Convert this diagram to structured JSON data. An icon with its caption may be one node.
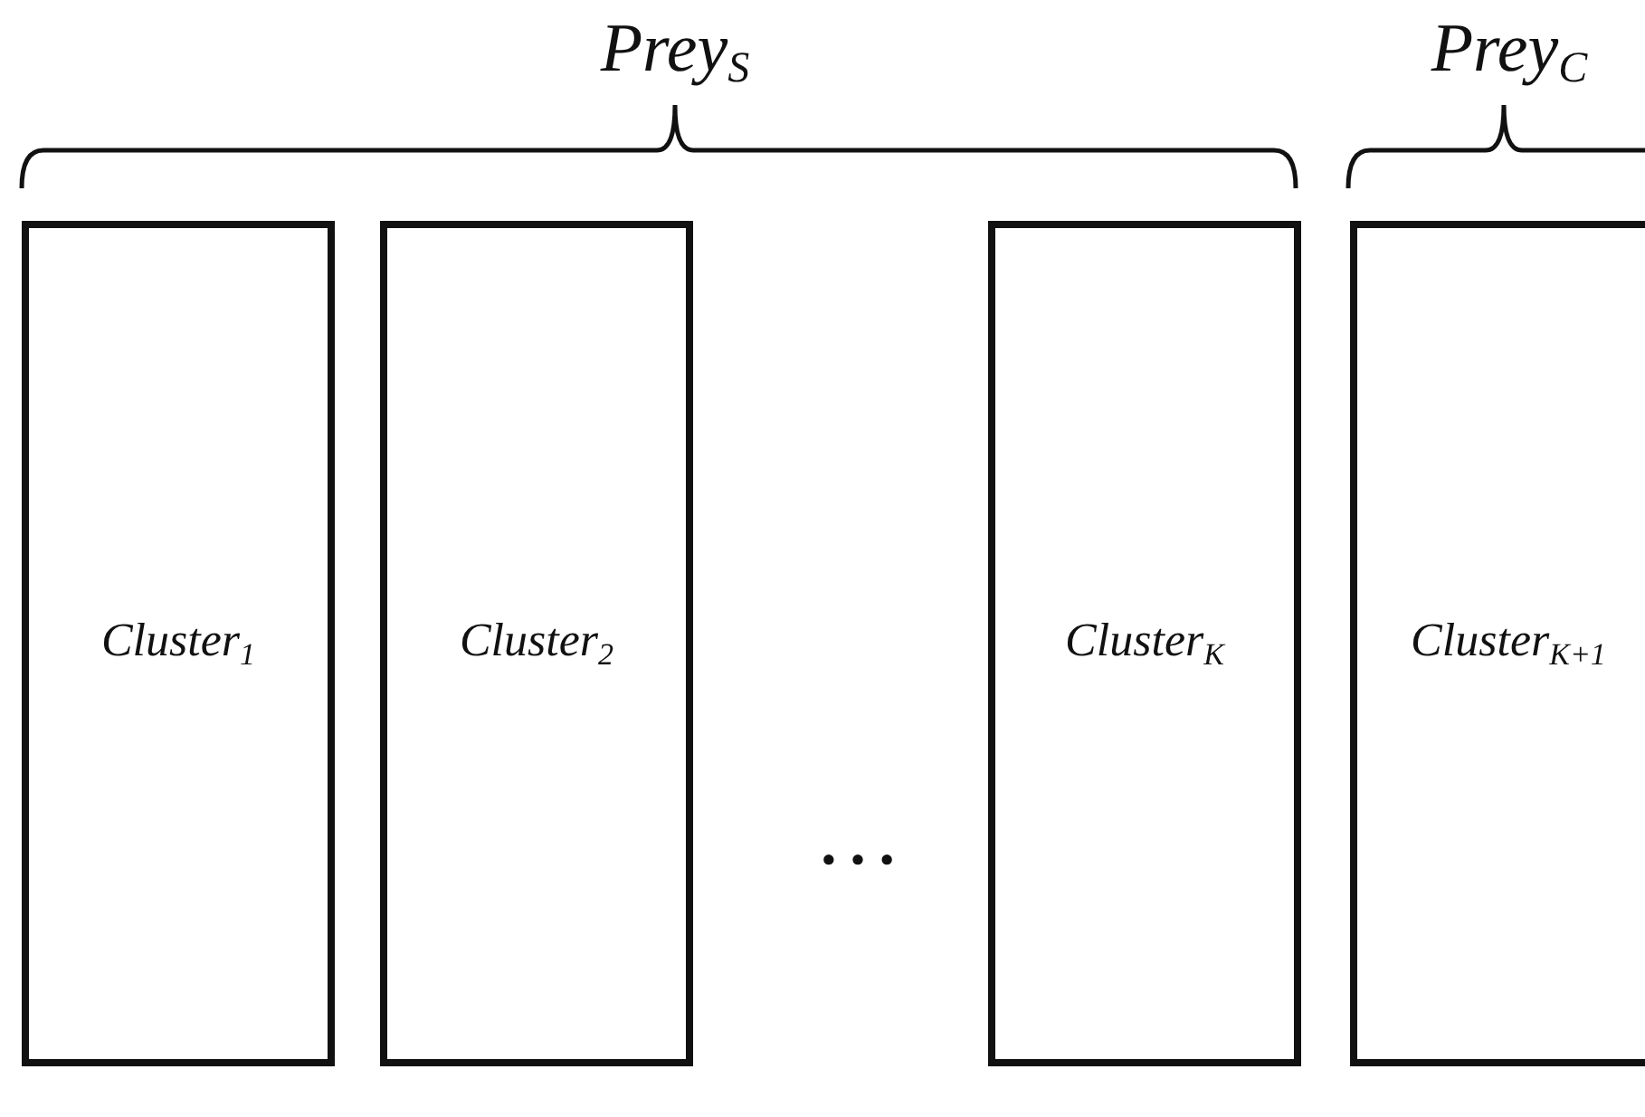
{
  "diagram": {
    "nodes": [
      {
        "text": [
          "*Cluster*$_{1}$"
        ]
      },
      {
        "text": [
          "*Cluster*$_{2}$"
        ]
      },
      {
        "text": [
          "*Cluster*$_{K}$"
        ]
      },
      {
        "text": [
          "*Cluster*$_{K+1}$"
        ]
      }
    ],
    "labels": [
      "*Prey*$_{S}$",
      "*Prey*$_{C}$",
      "…"
    ]
  }
}
